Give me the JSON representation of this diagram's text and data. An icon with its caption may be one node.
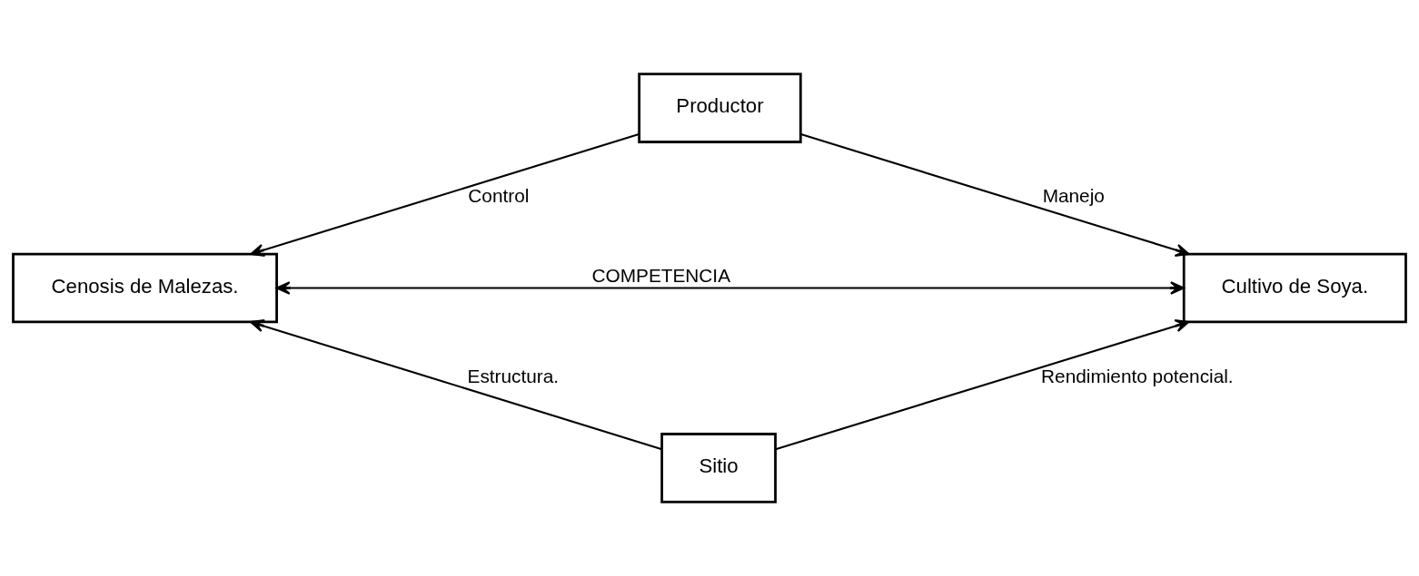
{
  "diagram": {
    "nodes": [
      {
        "text": [
          "Productor"
        ]
      },
      {
        "text": [
          "Cenosis de Malezas."
        ]
      },
      {
        "text": [
          "Cultivo de Soya."
        ]
      },
      {
        "text": [
          "Sitio"
        ]
      }
    ],
    "edges": [
      {
        "from": 0,
        "to": 1,
        "arrow": "to",
        "label": "Control"
      },
      {
        "from": 0,
        "to": 2,
        "arrow": "to",
        "label": "Manejo"
      },
      {
        "from": 1,
        "to": 2,
        "arrow": "both",
        "label": "COMPETENCIA"
      },
      {
        "from": 3,
        "to": 1,
        "arrow": "to",
        "label": "Estructura."
      },
      {
        "from": 3,
        "to": 2,
        "arrow": "to",
        "label": "Rendimiento potencial."
      }
    ]
  }
}
